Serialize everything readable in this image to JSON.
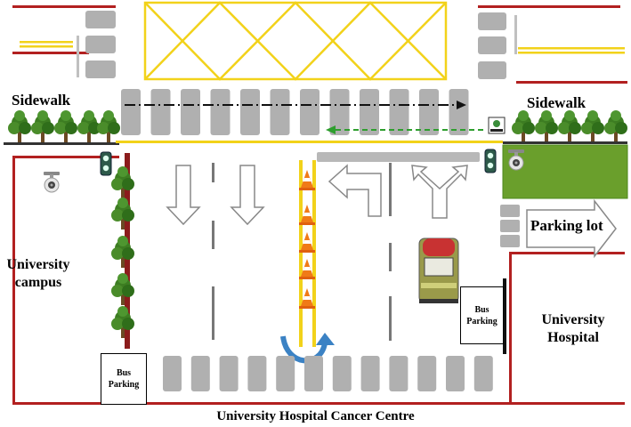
{
  "labels": {
    "sidewalk_left": "Sidewalk",
    "sidewalk_right": "Sidewalk",
    "parking_lot": "Parking lot",
    "university_campus": [
      "University",
      "campus"
    ],
    "university_hospital": [
      "University",
      "Hospital"
    ],
    "bus_parking_left": [
      "Bus",
      "Parking"
    ],
    "bus_parking_right": [
      "Bus",
      "Parking"
    ],
    "bottom_road": "University Hospital Cancer Centre"
  },
  "icons": {
    "camera": "security-camera-icon",
    "traffic_light": "traffic-light-icon",
    "tree": "tree-icon",
    "traffic_cone": "traffic-cone-icon",
    "bus": "bus-icon",
    "lane_arrow": "arrow-icon",
    "u_turn": "u-turn-arrow-icon"
  },
  "colors": {
    "yellow_line": "#f2d21a",
    "red_curb": "#b22020",
    "crosswalk": "#b0b0b0",
    "tree": "#3d7d22",
    "grass": "#6a9f2c",
    "u_turn": "#3b82c4",
    "pedestrian_path": "#111111",
    "bike_path": "#2e9e2e"
  }
}
